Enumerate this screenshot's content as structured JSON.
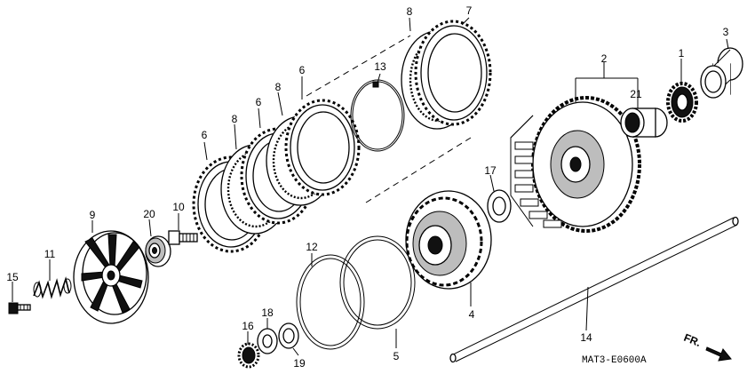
{
  "diagram": {
    "drawing_code": "MAT3-E0600A",
    "direction_label": "FR.",
    "callouts": {
      "c1": "1",
      "c2": "2",
      "c3": "3",
      "c4": "4",
      "c5": "5",
      "c6a": "6",
      "c6b": "6",
      "c6c": "6",
      "c7": "7",
      "c8a": "8",
      "c8b": "8",
      "c8c": "8",
      "c9": "9",
      "c10": "10",
      "c11": "11",
      "c12": "12",
      "c13": "13",
      "c14": "14",
      "c15": "15",
      "c16": "16",
      "c17": "17",
      "c18": "18",
      "c19": "19",
      "c20": "20",
      "c21": "21"
    }
  }
}
